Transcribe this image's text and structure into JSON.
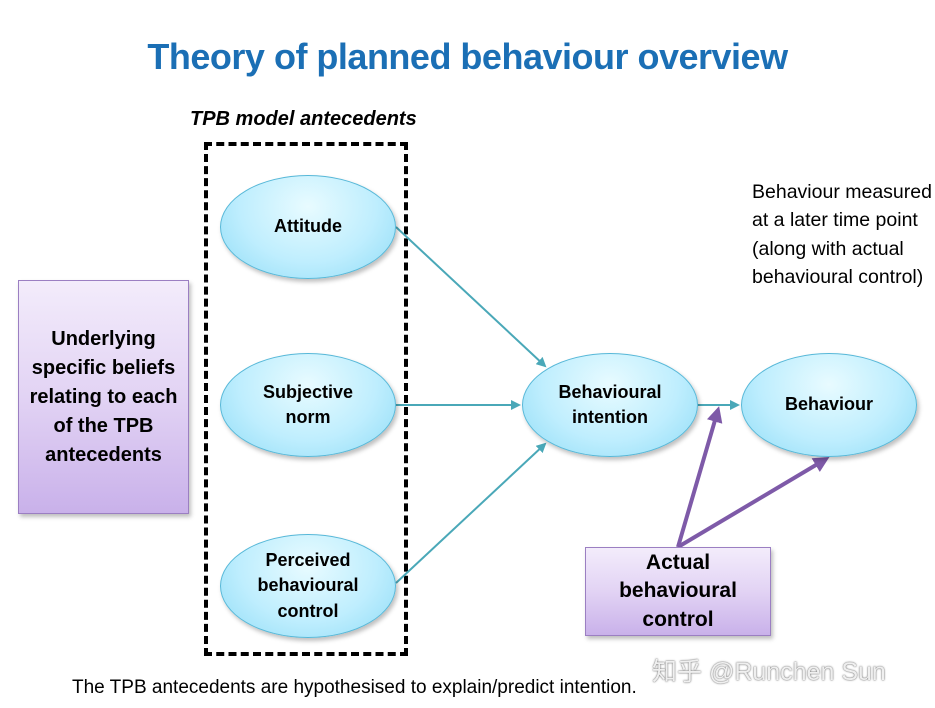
{
  "title": "Theory of planned behaviour overview",
  "antecedents_label": "TPB model antecedents",
  "nodes": {
    "attitude": "Attitude",
    "subjective_norm": "Subjective norm",
    "perceived_control": "Perceived behavioural control",
    "intention": "Behavioural intention",
    "behaviour": "Behaviour"
  },
  "beliefs_box": "Underlying specific beliefs relating to each of the TPB antecedents",
  "actual_control_box": "Actual behavioural control",
  "behaviour_note": "Behaviour measured at a later time point (along with actual behavioural control)",
  "footer_text": "The TPB antecedents are hypothesised to explain/predict intention.",
  "watermark": "知乎 @Runchen Sun",
  "colors": {
    "title": "#1b6fb5",
    "teal_arrow": "#4aa8b8",
    "purple_arrow": "#7e5aa8"
  }
}
